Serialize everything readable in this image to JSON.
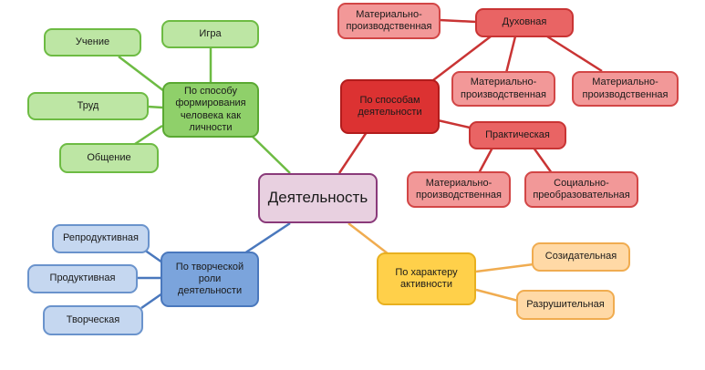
{
  "center": "Деятельность",
  "formation": {
    "label": "По способу формирования человека как личности",
    "items": [
      "Игра",
      "Учение",
      "Труд",
      "Общение"
    ]
  },
  "methods": {
    "label": "По способам деятельности",
    "spiritual": {
      "label": "Духовная",
      "items": [
        "Материально-производственная",
        "Материально-производственная",
        "Материально-производственная"
      ]
    },
    "practical": {
      "label": "Практическая",
      "items": [
        "Материально-производственная",
        "Социально-преобразовательная"
      ]
    }
  },
  "creative": {
    "label": "По творческой роли деятельности",
    "items": [
      "Репродуктивная",
      "Продуктивная",
      "Творческая"
    ]
  },
  "activity": {
    "label": "По характеру активности",
    "items": [
      "Созидательная",
      "Разрушительная"
    ]
  },
  "colors": {
    "center_border": "#8a3a7a",
    "green": "#6dbb43",
    "red": "#c93434",
    "blue": "#4a78bd",
    "yellow": "#f0ac50"
  }
}
